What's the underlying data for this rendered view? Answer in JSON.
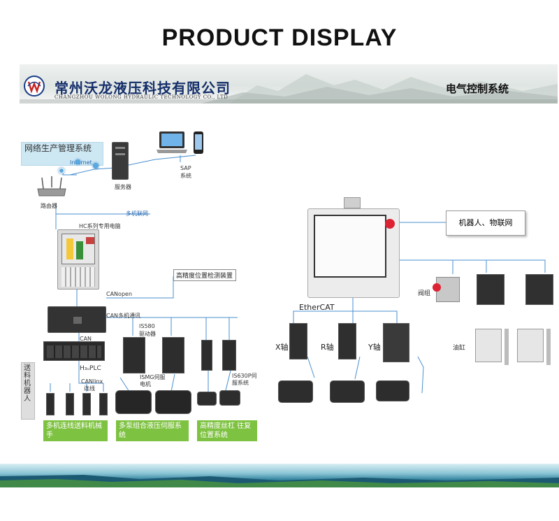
{
  "page_title": "PRODUCT DISPLAY",
  "header": {
    "company_cn": "常州沃龙液压科技有限公司",
    "company_en": "CHANGZHOU WOLONG HYDRAULIC TECHNOLOGY CO., LTD",
    "section_title": "电气控制系统"
  },
  "diagram": {
    "network_box": "网络生产管理系统",
    "internet": "Internet",
    "server": "服务器",
    "router": "路由器",
    "sap": "SAP",
    "sap_sub": "系统",
    "multi_network": "多机联网",
    "hc_computer": "HC系列专用电脑",
    "precision_device": "高精度位置检测装置",
    "canopen": "CANopen",
    "can_multi": "CAN多机通讯",
    "can": "CAN",
    "plc": "H₃ᵤPLC",
    "canlinx": "CANlinx",
    "canlinx_sub": "连线",
    "is580": "IS580",
    "is580_sub": "驱动器",
    "ismg": "ISMG伺服",
    "ismg_sub": "电机",
    "is630p": "IS630P伺",
    "is630p_sub": "服系统",
    "feeding_robot_vertical": "送料机器人",
    "green_boxes": [
      "多机连线送料机械手",
      "多泵组合液压伺服系统",
      "高精度丝杠 往复位置系统"
    ],
    "ethercat": "EtherCAT",
    "robot_iot": "机器人、物联网",
    "valve_group": "阀组",
    "cylinder": "油缸",
    "axes": [
      "X轴",
      "R轴",
      "Y轴"
    ]
  },
  "colors": {
    "title": "#111111",
    "company": "#142e6a",
    "green_label": "#7ec241",
    "connector_blue": "#4a8fd0",
    "net_box": "#cde7f3"
  }
}
